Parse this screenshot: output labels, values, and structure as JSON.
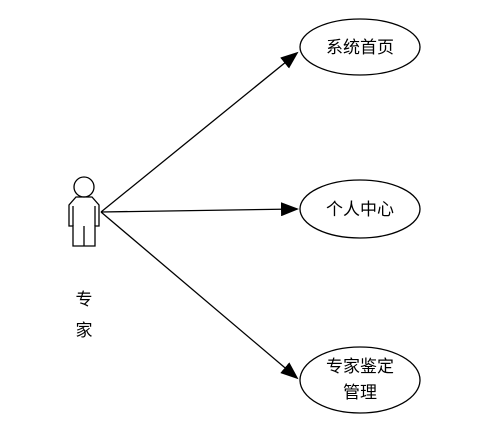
{
  "actor": {
    "label_line1": "专",
    "label_line2": "家"
  },
  "use_cases": [
    {
      "lines": [
        "系统首页"
      ]
    },
    {
      "lines": [
        "个人中心"
      ]
    },
    {
      "lines": [
        "专家鉴定",
        "管理"
      ]
    }
  ],
  "colors": {
    "stroke": "#000000",
    "background": "#ffffff"
  }
}
